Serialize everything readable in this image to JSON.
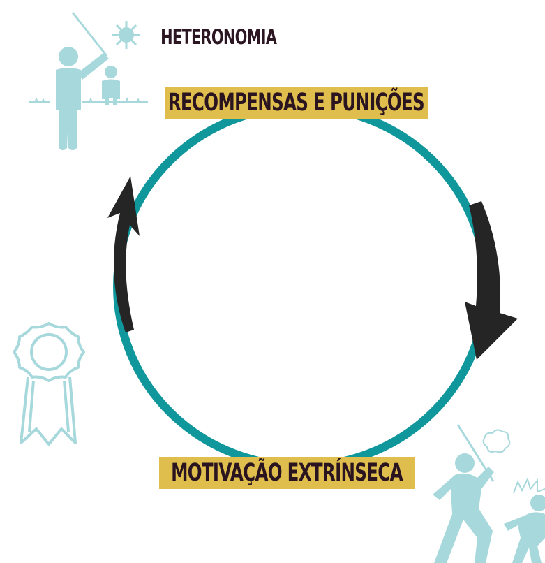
{
  "diagram": {
    "title": "HETERONOMIA",
    "labels": {
      "top": "RECOMPENSAS E PUNIÇÕES",
      "bottom": "MOTIVAÇÃO EXTRÍNSECA"
    }
  },
  "colors": {
    "ring": "#0f979c",
    "arrow": "#252525",
    "label_bg": "#dfbe4e",
    "illustration": "#a7d8dc",
    "title": "#2b1622"
  },
  "icons": [
    "adult-child-sun-icon",
    "award-ribbon-icon",
    "chasing-figures-icon",
    "clockwise-arrow-icon",
    "counterclockwise-arrow-icon"
  ]
}
